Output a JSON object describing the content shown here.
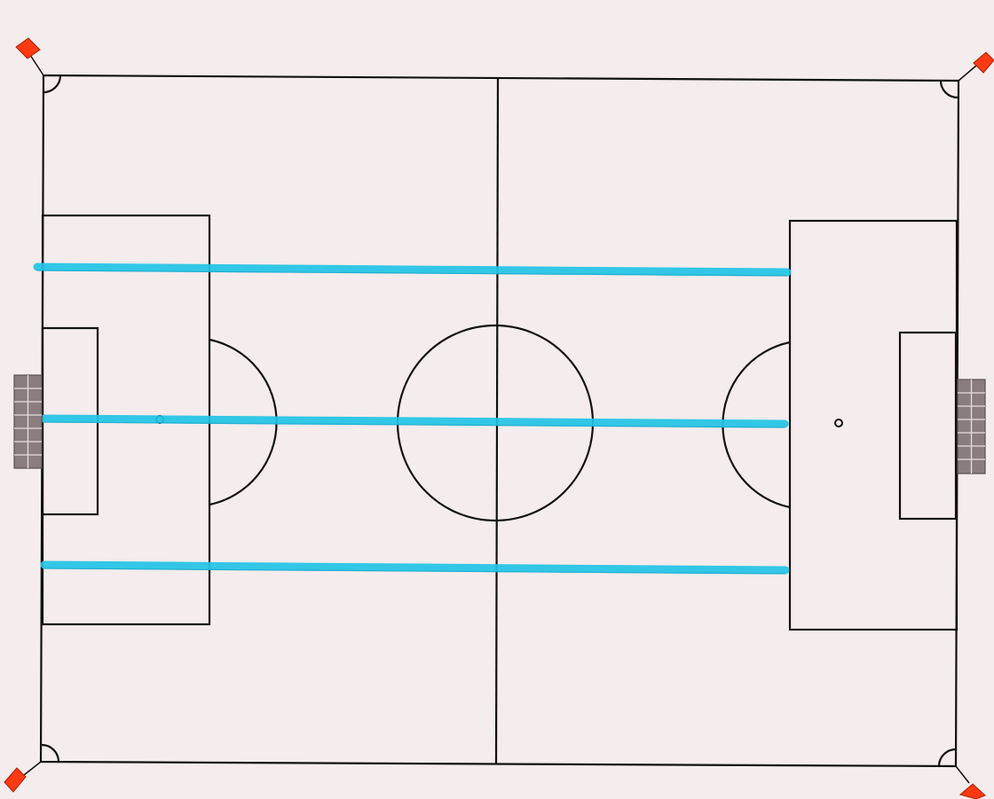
{
  "diagram": {
    "colors": {
      "background": "#f4eced",
      "line": "#111111",
      "lane_line": "#22c4e6",
      "corner_flag": "#ff3a12",
      "goal_net": "#8a7d7f"
    },
    "lane_lines": {
      "count": 3
    },
    "corner_flags": {
      "count": 4
    },
    "goals": {
      "count": 2
    },
    "penalty_spots": {
      "count": 2
    }
  }
}
